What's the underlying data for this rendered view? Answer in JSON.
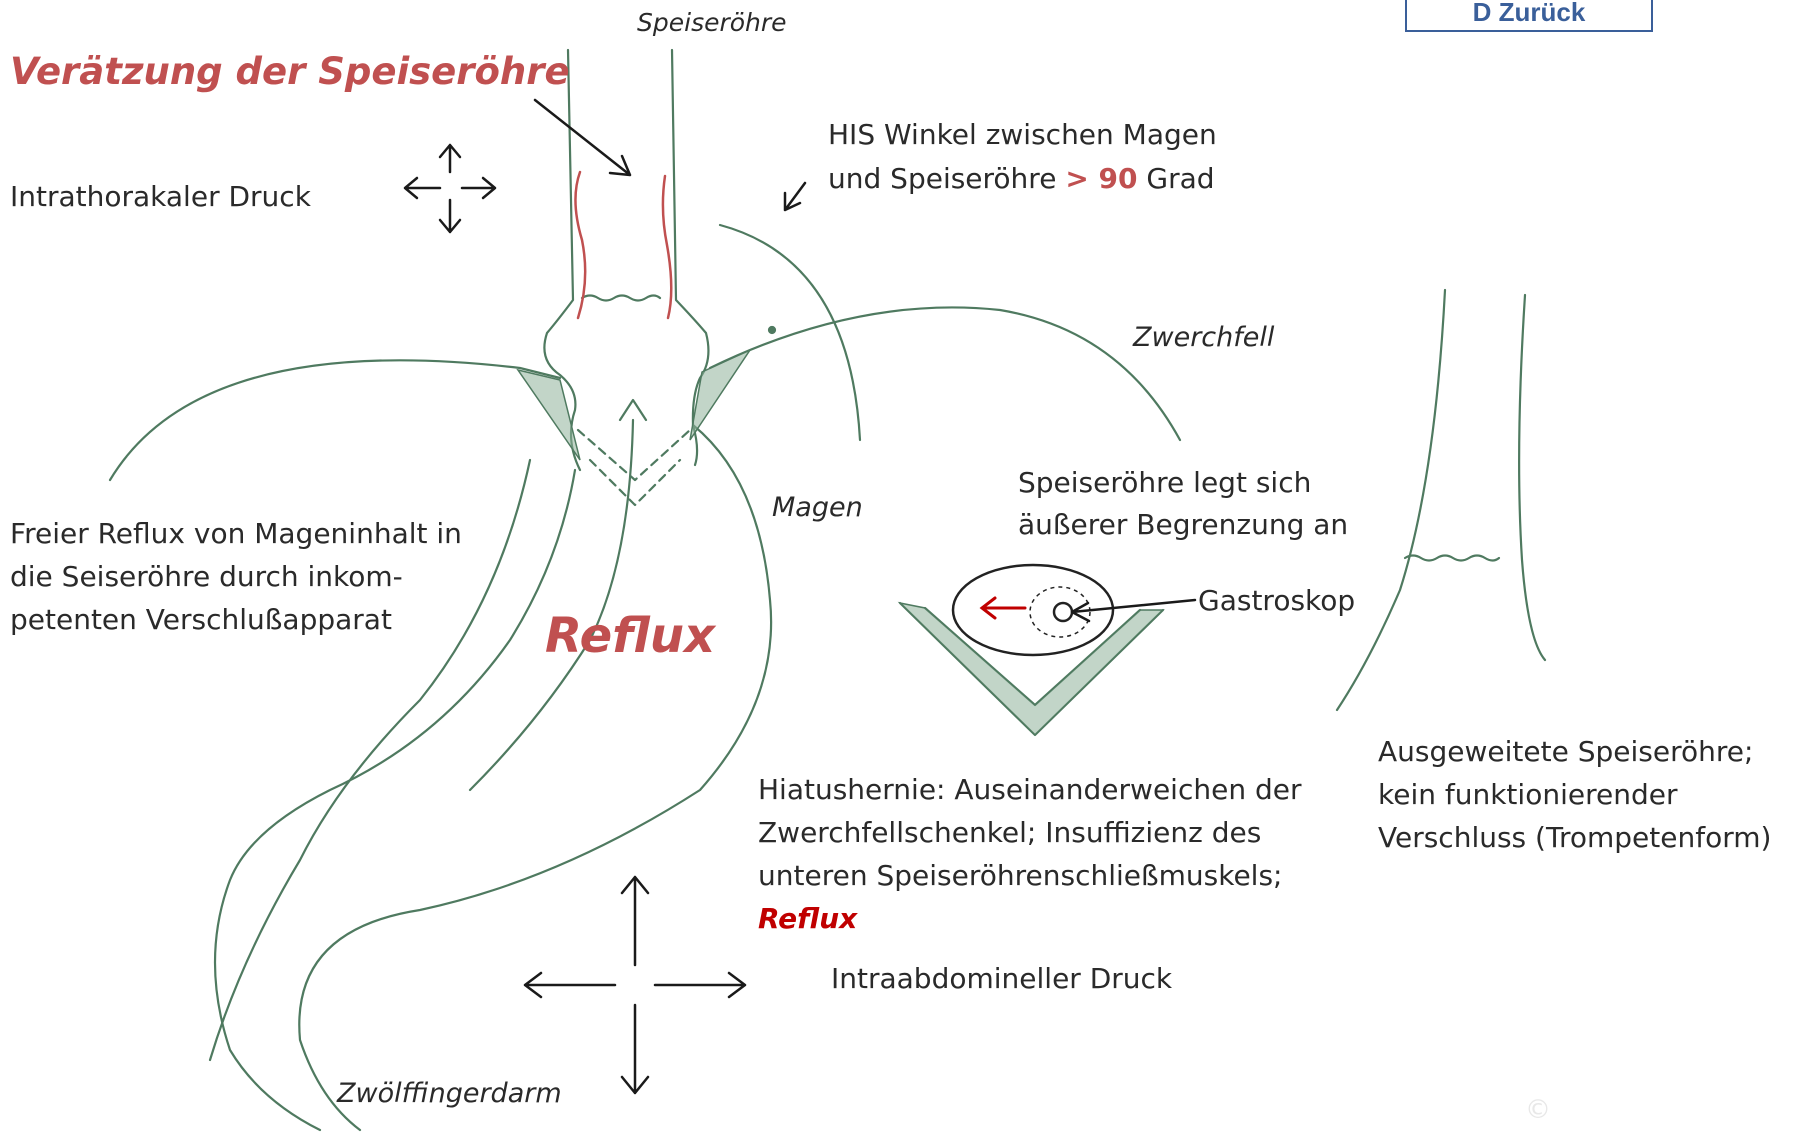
{
  "nav": {
    "back_label": "D Zurück"
  },
  "labels": {
    "speiseroehre_top": "Speiseröhre",
    "veraetzung": "Verätzung der Speiseröhre",
    "intrathorakal": "Intrathorakaler Druck",
    "his_line1": "HIS Winkel zwischen Magen",
    "his_line2_a": "und Speiseröhre ",
    "his_line2_b": "> 90",
    "his_line2_c": " Grad",
    "zwerchfell": "Zwerchfell",
    "magen": "Magen",
    "freier_line1": "Freier Reflux von Mageninhalt in",
    "freier_line2": "die Seiseröhre durch inkom-",
    "freier_line3": "petenten Verschlußapparat",
    "reflux_big": "Reflux",
    "legt_line1": "Speiseröhre legt sich",
    "legt_line2": "äußerer Begrenzung an",
    "gastroskop": "Gastroskop",
    "ausgeweitet_line1": "Ausgeweitete Speiseröhre;",
    "ausgeweitet_line2": "kein funktionierender",
    "ausgeweitet_line3": "Verschluss (Trompetenform)",
    "hiatus_line1": "Hiatushernie: Auseinanderweichen der",
    "hiatus_line2": "Zwerchfellschenkel; Insuffizienz des",
    "hiatus_line3": "unteren Speiseröhrenschließmuskels;",
    "hiatus_reflux": "Reflux",
    "intraabdominal": "Intraabdomineller Druck",
    "zwoelffinger": "Zwölffingerdarm",
    "copyright": "©"
  },
  "colors": {
    "outline_green": "#4f7a60",
    "hatch_green": "#8fb39a",
    "irritation_red": "#c05050",
    "arrow_black": "#1a1a1a",
    "button_blue": "#3a5f9a"
  }
}
